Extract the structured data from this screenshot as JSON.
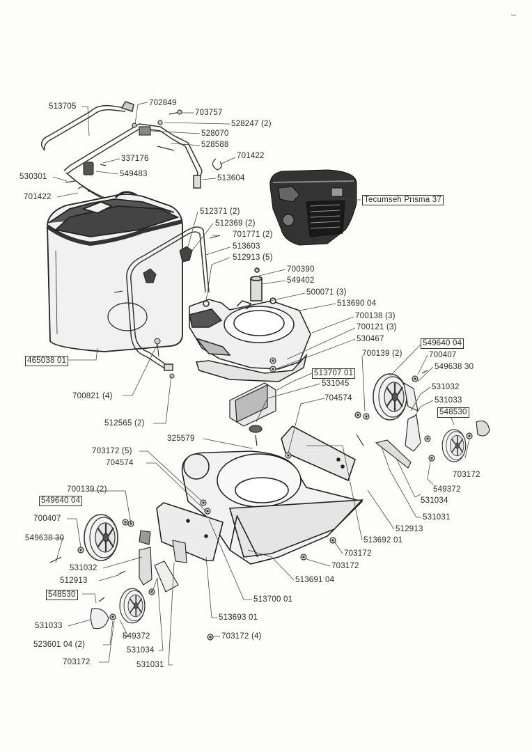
{
  "diagram": {
    "labels": [
      {
        "id": "l513705",
        "text": "513705"
      },
      {
        "id": "l702849",
        "text": "702849"
      },
      {
        "id": "l703757",
        "text": "703757"
      },
      {
        "id": "l528247",
        "text": "528247 (2)"
      },
      {
        "id": "l528070",
        "text": "528070"
      },
      {
        "id": "l528588",
        "text": "528588"
      },
      {
        "id": "l701422a",
        "text": "701422"
      },
      {
        "id": "l337176",
        "text": "337176"
      },
      {
        "id": "l530301",
        "text": "530301"
      },
      {
        "id": "l549483",
        "text": "549483"
      },
      {
        "id": "l513604",
        "text": "513604"
      },
      {
        "id": "l701422b",
        "text": "701422"
      },
      {
        "id": "lengine",
        "text": "Tecumseh Prisma 37"
      },
      {
        "id": "l512371",
        "text": "512371 (2)"
      },
      {
        "id": "l512369",
        "text": "512369 (2)"
      },
      {
        "id": "l701771",
        "text": "701771 (2)"
      },
      {
        "id": "l513603",
        "text": "513603"
      },
      {
        "id": "l512913a",
        "text": "512913 (5)"
      },
      {
        "id": "l700390",
        "text": "700390"
      },
      {
        "id": "l549402",
        "text": "549402"
      },
      {
        "id": "l500071",
        "text": "500071 (3)"
      },
      {
        "id": "l513690",
        "text": "513690 04"
      },
      {
        "id": "l700138",
        "text": "700138 (3)"
      },
      {
        "id": "l700121",
        "text": "700121 (3)"
      },
      {
        "id": "l530467",
        "text": "530467"
      },
      {
        "id": "l465038",
        "text": "465038 01"
      },
      {
        "id": "l549640a",
        "text": "549640 04"
      },
      {
        "id": "l700139a",
        "text": "700139 (2)"
      },
      {
        "id": "l700407a",
        "text": "700407"
      },
      {
        "id": "l549638a",
        "text": "549638 30"
      },
      {
        "id": "l513707",
        "text": "513707 01"
      },
      {
        "id": "l531045",
        "text": "531045"
      },
      {
        "id": "l700821",
        "text": "700821 (4)"
      },
      {
        "id": "l704574a",
        "text": "704574"
      },
      {
        "id": "l531032a",
        "text": "531032"
      },
      {
        "id": "l531033a",
        "text": "531033"
      },
      {
        "id": "l548530a",
        "text": "548530"
      },
      {
        "id": "l512565",
        "text": "512565 (2)"
      },
      {
        "id": "l325579",
        "text": "325579"
      },
      {
        "id": "l703172a",
        "text": "703172 (5)"
      },
      {
        "id": "l704574b",
        "text": "704574"
      },
      {
        "id": "l703172b",
        "text": "703172"
      },
      {
        "id": "l549372a",
        "text": "549372"
      },
      {
        "id": "l531034a",
        "text": "531034"
      },
      {
        "id": "l700139b",
        "text": "700139 (2)"
      },
      {
        "id": "l549640b",
        "text": "549640 04"
      },
      {
        "id": "l531031a",
        "text": "531031"
      },
      {
        "id": "l700407b",
        "text": "700407"
      },
      {
        "id": "l512913b",
        "text": "512913"
      },
      {
        "id": "l549638b",
        "text": "549638 30"
      },
      {
        "id": "l513692",
        "text": "513692 01"
      },
      {
        "id": "l703172c",
        "text": "703172"
      },
      {
        "id": "l531032b",
        "text": "531032"
      },
      {
        "id": "l703172d",
        "text": "703172"
      },
      {
        "id": "l512913c",
        "text": "512913"
      },
      {
        "id": "l513691",
        "text": "513691 04"
      },
      {
        "id": "l548530b",
        "text": "548530"
      },
      {
        "id": "l513700",
        "text": "513700 01"
      },
      {
        "id": "l513693",
        "text": "513693 01"
      },
      {
        "id": "l531033b",
        "text": "531033"
      },
      {
        "id": "l549372b",
        "text": "549372"
      },
      {
        "id": "l703172e",
        "text": "703172 (4)"
      },
      {
        "id": "l523601",
        "text": "523601 04 (2)"
      },
      {
        "id": "l531034b",
        "text": "531034"
      },
      {
        "id": "l703172f",
        "text": "703172"
      },
      {
        "id": "l531031b",
        "text": "531031"
      }
    ]
  }
}
